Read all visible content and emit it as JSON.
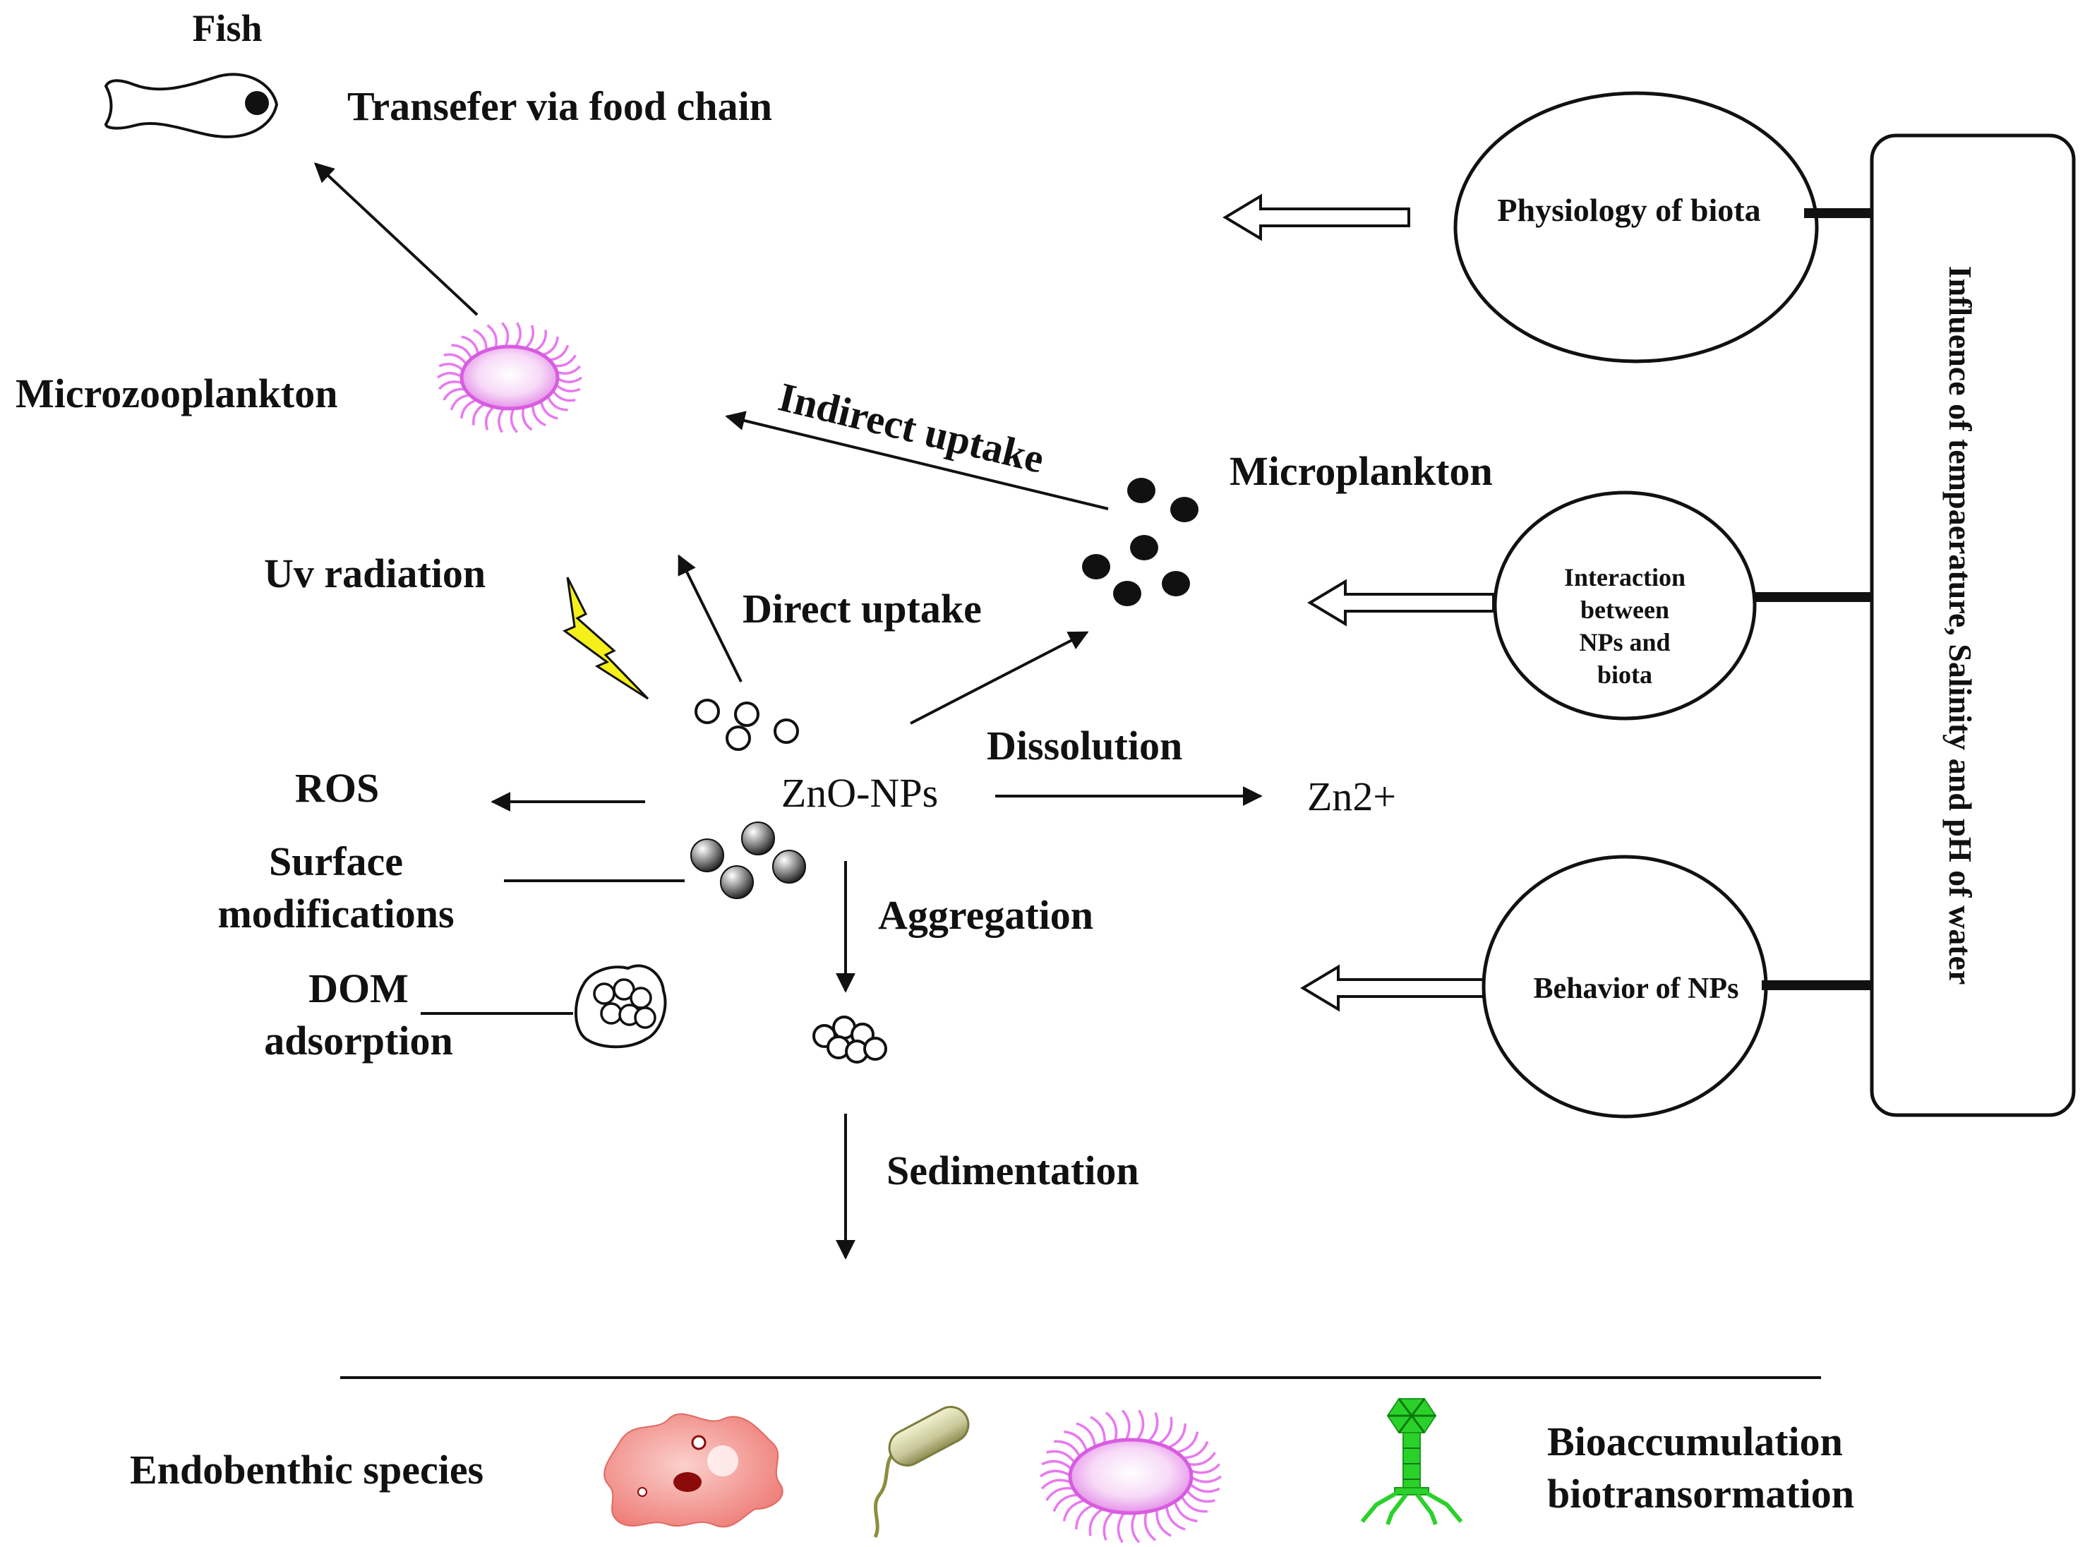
{
  "labels": {
    "fish": "Fish",
    "food_chain": "Transefer  via food chain",
    "microzooplankton": "Microzooplankton",
    "indirect_uptake": "Indirect uptake",
    "microplankton": "Microplankton",
    "uv_radiation": "Uv radiation",
    "direct_uptake": "Direct uptake",
    "dissolution": "Dissolution",
    "zno_nps": "ZnO-NPs",
    "zn2": "Zn2+",
    "ros": "ROS",
    "surface_line1": "Surface",
    "surface_line2": "modifications",
    "aggregation": "Aggregation",
    "dom_line1": "DOM",
    "dom_line2": "adsorption",
    "sedimentation": "Sedimentation",
    "endobenthic": "Endobenthic species",
    "bioacc_line1": "Bioaccumulation",
    "bioacc_line2": "biotransormation"
  },
  "factors": {
    "physiology": "Physiology of biota",
    "interaction_line1": "Interaction",
    "interaction_line2": "between",
    "interaction_line3": "NPs and",
    "interaction_line4": "biota",
    "behavior": "Behavior of NPs",
    "influence": "Influence of tempaerature, Salinity and pH of water"
  },
  "colors": {
    "stroke": "#111111",
    "microbe_pink": "#e879f0",
    "bolt_yellow": "#f5ef1a",
    "amoeba_red": "#f08a86",
    "bacteria_olive": "#9a9a4a",
    "phage_green": "#2bd12b"
  }
}
